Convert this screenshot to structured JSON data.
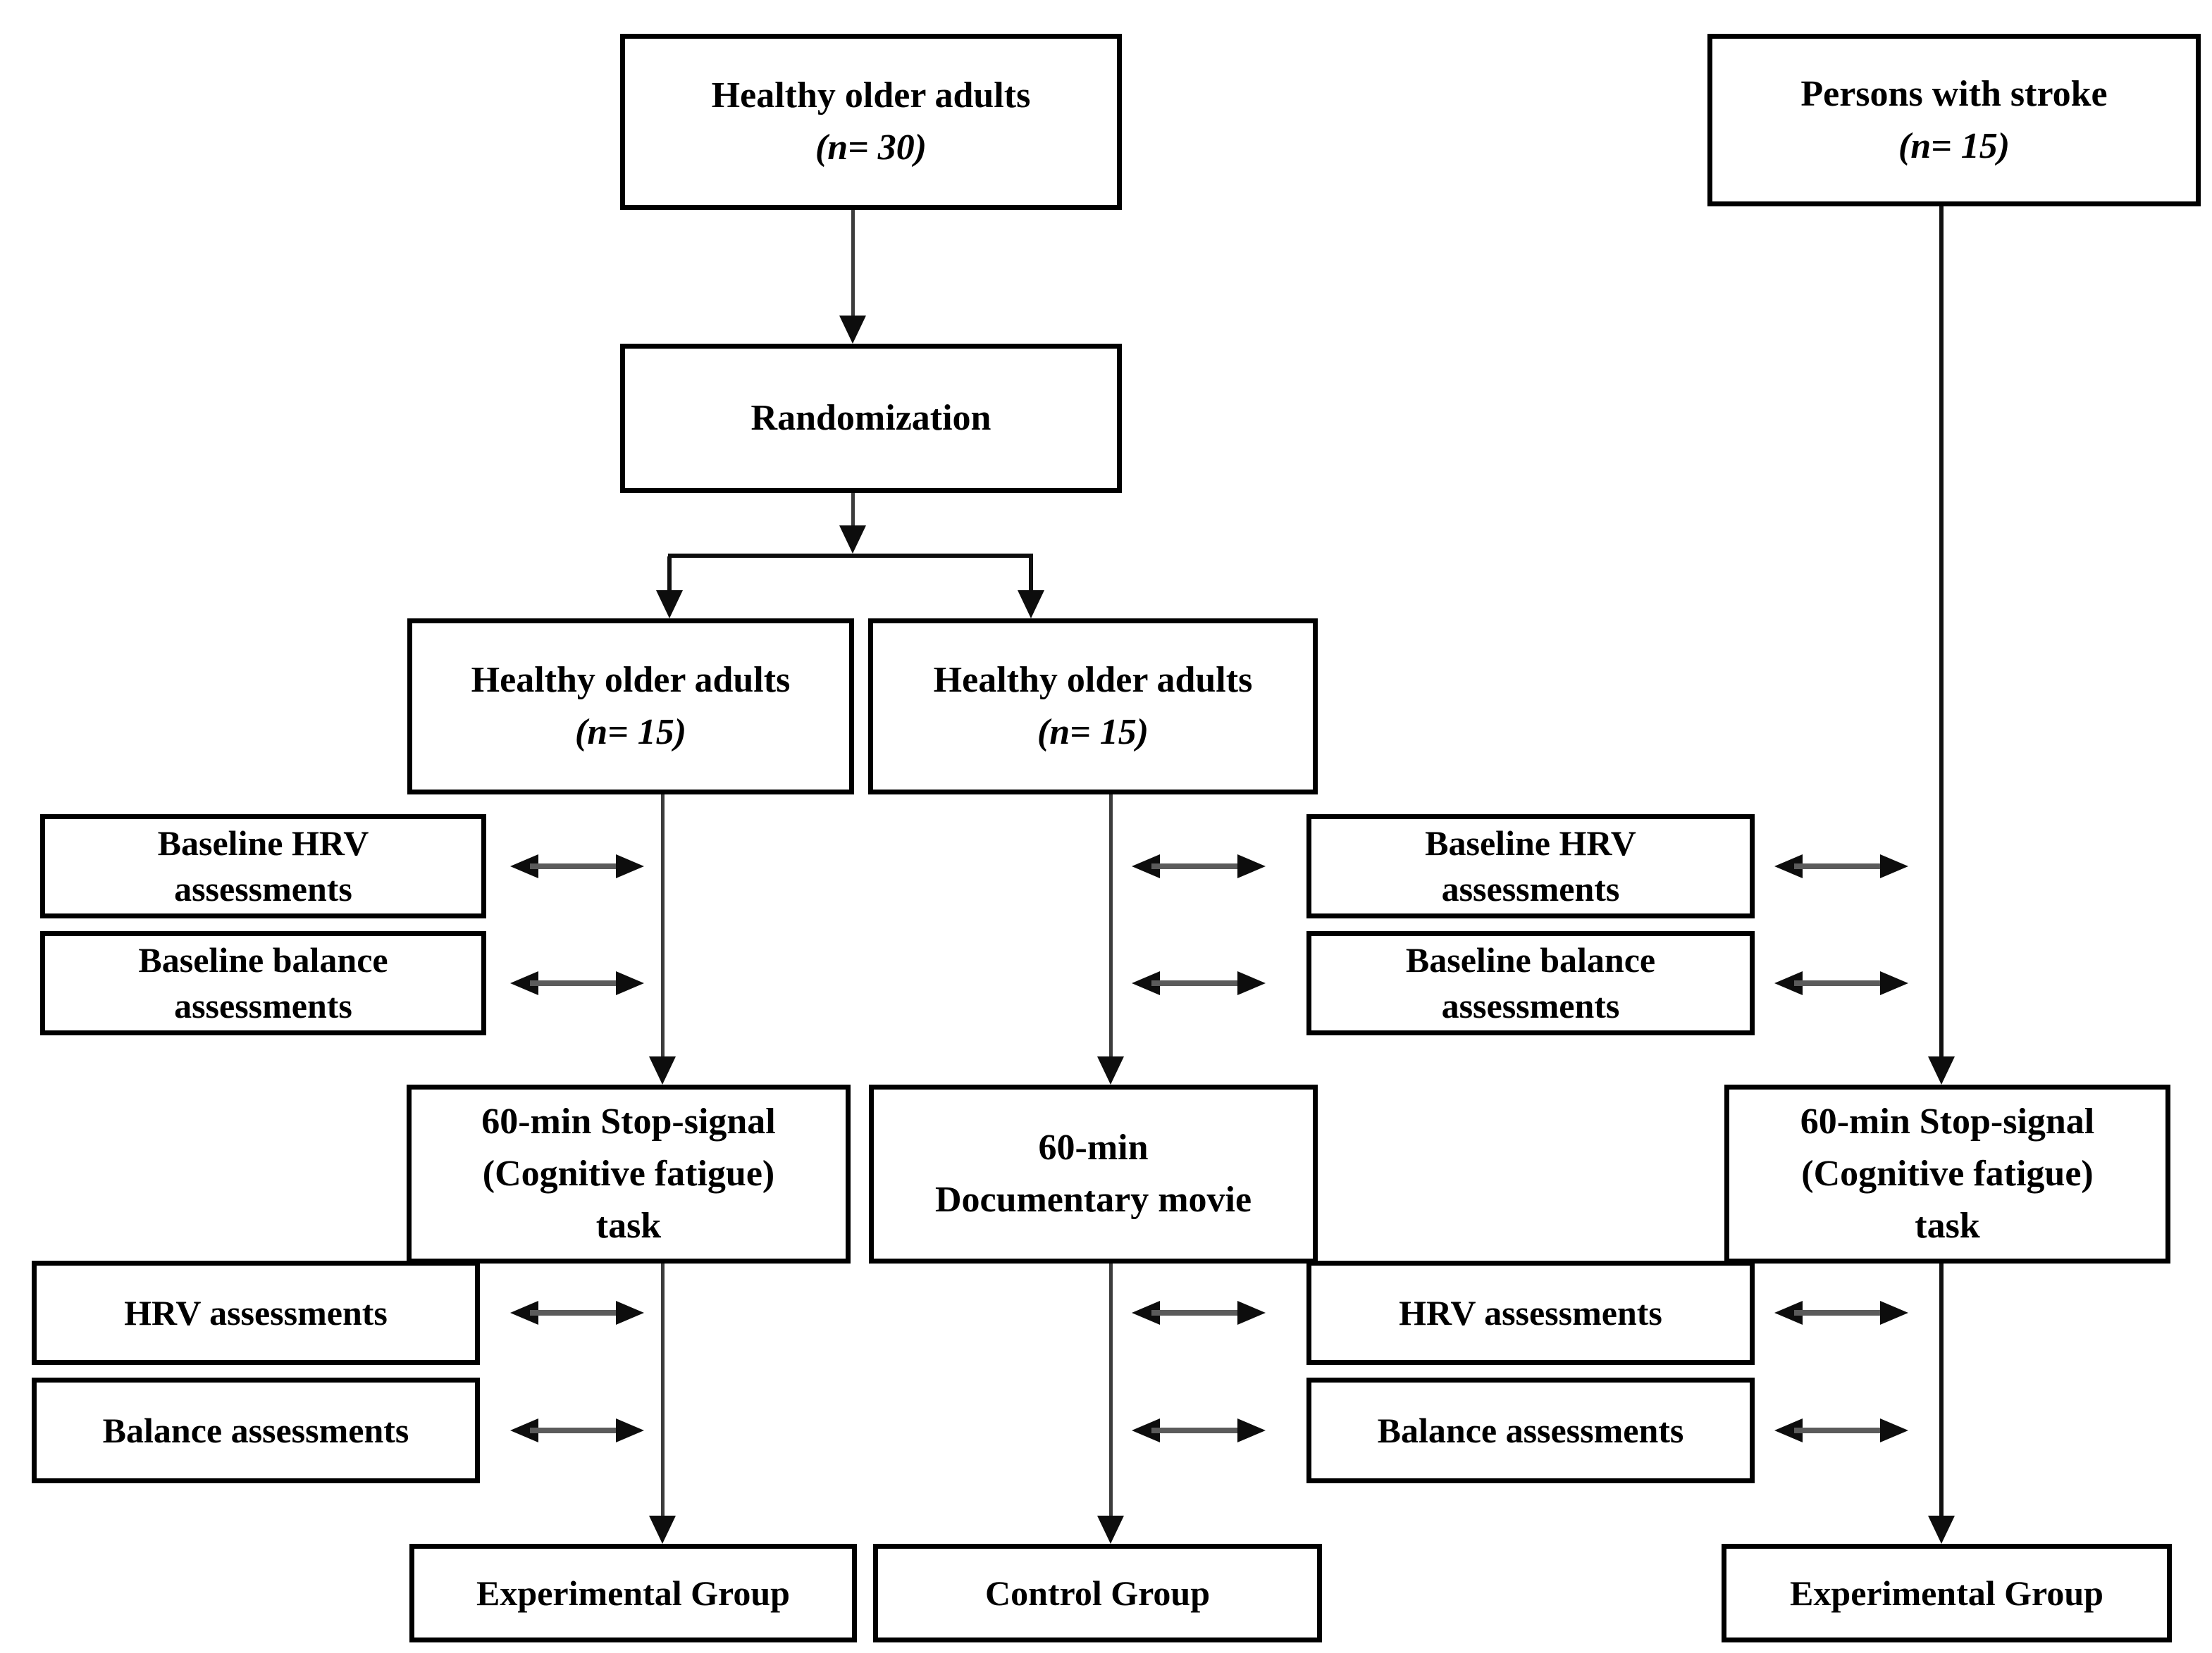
{
  "diagram": {
    "background_color": "#ffffff",
    "border_color": "#000000",
    "line_color": "#3c3c3c",
    "arrow_color": "#0d0d0d",
    "boxes": {
      "healthy_older_adults_30": {
        "line1": "Healthy older adults",
        "line2": "(n= 30)"
      },
      "persons_with_stroke": {
        "line1": "Persons with stroke",
        "line2": "(n= 15)"
      },
      "randomization": {
        "label": "Randomization"
      },
      "healthy_15_experimental": {
        "line1": "Healthy older adults",
        "line2": "(n= 15)"
      },
      "healthy_15_control": {
        "line1": "Healthy older adults",
        "line2": "(n= 15)"
      },
      "baseline_hrv_left": {
        "line1": "Baseline HRV",
        "line2": "assessments"
      },
      "baseline_balance_left": {
        "line1": "Baseline balance",
        "line2": "assessments"
      },
      "baseline_hrv_right": {
        "line1": "Baseline HRV",
        "line2": "assessments"
      },
      "baseline_balance_right": {
        "line1": "Baseline balance",
        "line2": "assessments"
      },
      "stop_signal_left": {
        "line1": "60-min Stop-signal",
        "line2": "(Cognitive fatigue)",
        "line3": "task"
      },
      "documentary": {
        "line1": "60-min",
        "line2": "Documentary movie"
      },
      "stop_signal_right": {
        "line1": "60-min Stop-signal",
        "line2": "(Cognitive fatigue)",
        "line3": "task"
      },
      "hrv_left": {
        "label": "HRV assessments"
      },
      "balance_left": {
        "label": "Balance assessments"
      },
      "hrv_right": {
        "label": "HRV assessments"
      },
      "balance_right": {
        "label": "Balance assessments"
      },
      "experimental_group_left": {
        "label": "Experimental Group"
      },
      "control_group": {
        "label": "Control Group"
      },
      "experimental_group_right": {
        "label": "Experimental Group"
      }
    }
  }
}
